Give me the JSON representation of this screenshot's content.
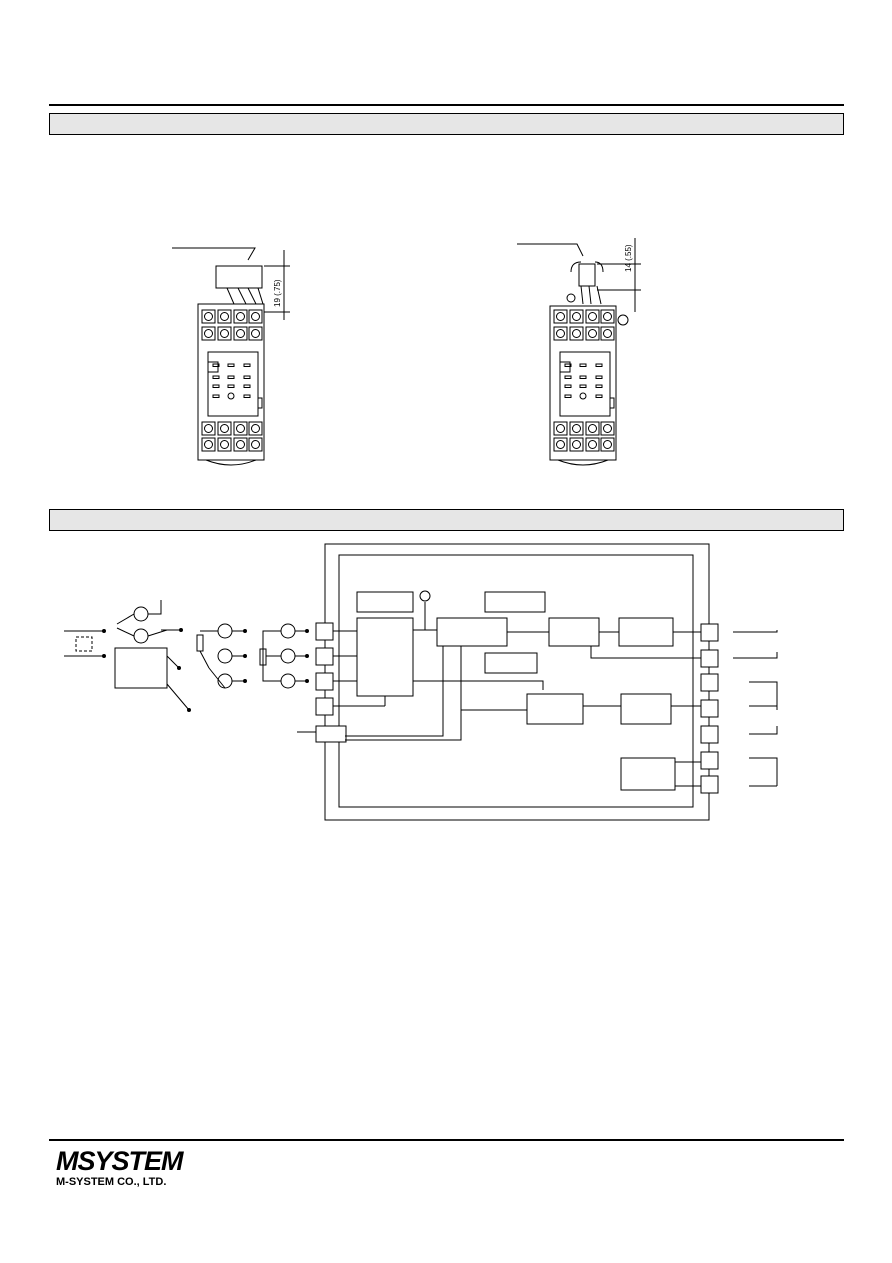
{
  "section1": {
    "title": ""
  },
  "section2": {
    "title": ""
  },
  "dimensions": {
    "left_height": "19 (.75)",
    "right_height": "14 (.55)"
  },
  "footer": {
    "logo_mark": "MSYSTEM",
    "company_name": "M-SYSTEM CO., LTD."
  },
  "colors": {
    "rule": "#000000",
    "section_fill": "#e6e6e6"
  }
}
